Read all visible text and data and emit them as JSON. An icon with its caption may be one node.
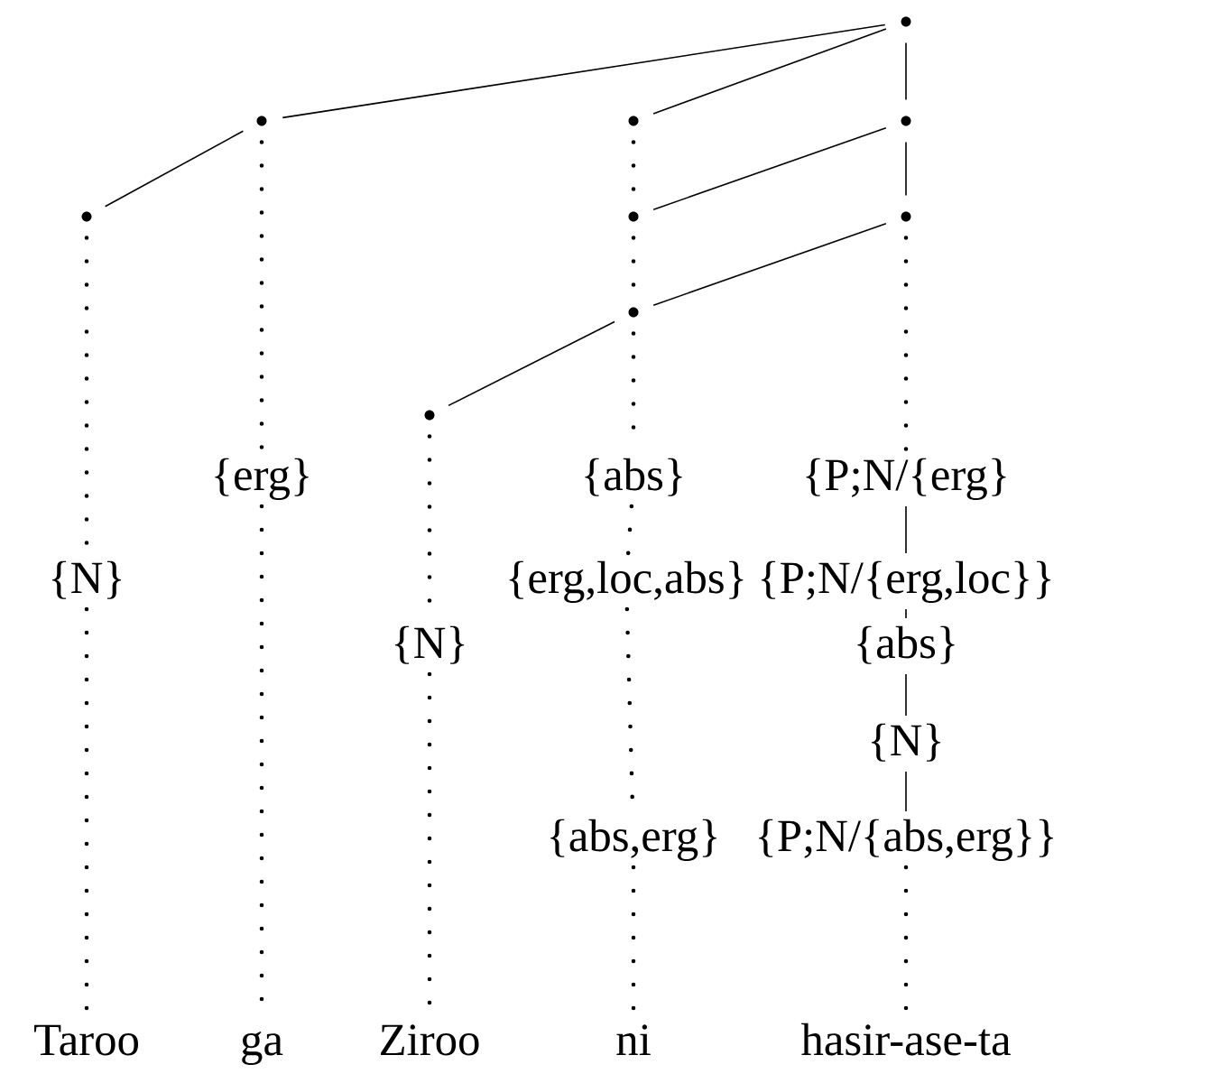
{
  "diagram": {
    "nodes": [
      {
        "text": [],
        "shape": "circle"
      },
      {
        "text": [],
        "shape": "circle"
      },
      {
        "text": [],
        "shape": "circle"
      },
      {
        "text": [],
        "shape": "circle"
      },
      {
        "text": [],
        "shape": "circle"
      },
      {
        "text": [],
        "shape": "circle"
      },
      {
        "text": [],
        "shape": "circle"
      },
      {
        "text": [],
        "shape": "circle"
      },
      {
        "text": [],
        "shape": "circle"
      },
      {
        "text": [
          "{erg}"
        ]
      },
      {
        "text": [
          "{abs}"
        ]
      },
      {
        "text": [
          "{P;N/{erg}"
        ]
      },
      {
        "text": [
          "{N}"
        ]
      },
      {
        "text": [
          "{erg,loc,abs}"
        ]
      },
      {
        "text": [
          "{P;N/{erg,loc}}"
        ]
      },
      {
        "text": [
          "{N}"
        ]
      },
      {
        "text": [
          "{abs}"
        ]
      },
      {
        "text": [
          "{N}"
        ]
      },
      {
        "text": [
          "{abs,erg}"
        ]
      },
      {
        "text": [
          "{P;N/{abs,erg}}"
        ]
      },
      {
        "text": [
          "Taroo"
        ]
      },
      {
        "text": [
          "ga"
        ]
      },
      {
        "text": [
          "Ziroo"
        ]
      },
      {
        "text": [
          "ni"
        ]
      },
      {
        "text": [
          "hasir-ase-ta"
        ]
      }
    ],
    "edges": [
      {
        "from": 0,
        "to": 1,
        "arrow": "none"
      },
      {
        "from": 0,
        "to": 2,
        "arrow": "none"
      },
      {
        "from": 0,
        "to": 3,
        "arrow": "none"
      },
      {
        "from": 1,
        "to": 4,
        "arrow": "none"
      },
      {
        "from": 3,
        "to": 6,
        "arrow": "none"
      },
      {
        "from": 3,
        "to": 5,
        "arrow": "none"
      },
      {
        "from": 6,
        "to": 7,
        "arrow": "none"
      },
      {
        "from": 7,
        "to": 8,
        "arrow": "none"
      },
      {
        "from": 11,
        "to": 14,
        "arrow": "none"
      },
      {
        "from": 14,
        "to": 16,
        "arrow": "none"
      },
      {
        "from": 16,
        "to": 17,
        "arrow": "none"
      },
      {
        "from": 17,
        "to": 19,
        "arrow": "none"
      },
      {
        "from": 2,
        "to": 5,
        "arrow": "none",
        "style": "dashed"
      },
      {
        "from": 5,
        "to": 7,
        "arrow": "none",
        "style": "dashed"
      },
      {
        "from": 7,
        "to": 10,
        "arrow": "none",
        "style": "dashed"
      },
      {
        "from": 6,
        "to": 11,
        "arrow": "none",
        "style": "dashed"
      },
      {
        "from": 1,
        "to": 9,
        "arrow": "none",
        "style": "dashed"
      },
      {
        "from": 4,
        "to": 12,
        "arrow": "none",
        "style": "dashed"
      },
      {
        "from": 8,
        "to": 15,
        "arrow": "none",
        "style": "dashed"
      },
      {
        "from": 10,
        "to": 13,
        "arrow": "none",
        "style": "dashed"
      },
      {
        "from": 13,
        "to": 18,
        "arrow": "none",
        "style": "dashed"
      },
      {
        "from": 18,
        "to": 23,
        "arrow": "none",
        "style": "dashed"
      },
      {
        "from": 9,
        "to": 21,
        "arrow": "none",
        "style": "dashed"
      },
      {
        "from": 12,
        "to": 20,
        "arrow": "none",
        "style": "dashed"
      },
      {
        "from": 15,
        "to": 22,
        "arrow": "none",
        "style": "dashed"
      },
      {
        "from": 19,
        "to": 24,
        "arrow": "none",
        "style": "dashed"
      }
    ]
  }
}
